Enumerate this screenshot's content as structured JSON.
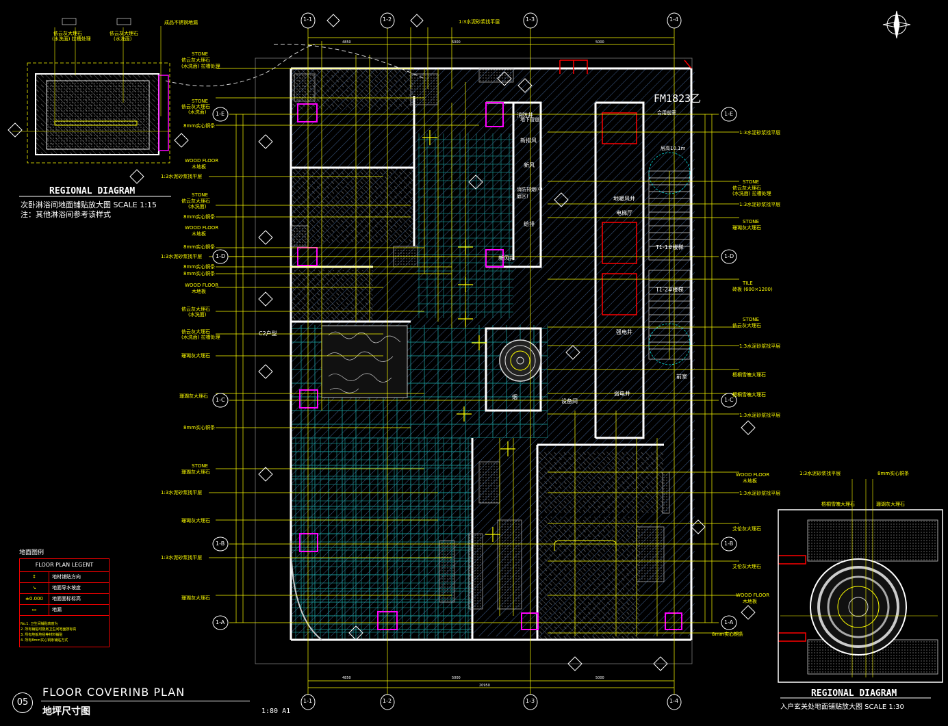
{
  "drawing": {
    "title_en": "FLOOR COVERINB PLAN",
    "title_cn": "地坪尺寸图",
    "number": "05",
    "scale": "1:80 A1"
  },
  "regional_left": {
    "title": "REGIONAL DIAGRAM",
    "subtitle": "次卧淋浴间地面铺贴放大图   SCALE 1:15",
    "note": "注：其他淋浴间参考该样式",
    "label_1": "依云灰大理石",
    "label_1b": "(水洗面) 拉槽处理",
    "label_2": "依云灰大理石",
    "label_2b": "(水洗面)",
    "label_3": "成品不锈钢地漏"
  },
  "regional_right": {
    "title": "REGIONAL DIAGRAM",
    "subtitle": "入户玄关处地面铺贴放大图   SCALE 1:30",
    "label_1": "1:3水泥砂浆找平层",
    "label_2": "8mm实心铜条",
    "label_3": "梧桐雪魄大理石",
    "label_4": "珊瑚灰大理石"
  },
  "door_tag": "FM1823乙",
  "grid_top": [
    "1-1",
    "1-2",
    "1-3",
    "1-4"
  ],
  "grid_side": [
    "1-E",
    "1-D",
    "1-C",
    "1-B",
    "1-A"
  ],
  "dims_top": [
    "4850",
    "5000",
    "5000"
  ],
  "dim_total": "20950",
  "rooms": [
    "消防井",
    "地下管道",
    "新排风",
    "新风",
    "消防排烟(中庭区)",
    "给排",
    "新风井",
    "地暖风井",
    "强电井",
    "电梯厅",
    "前室",
    "T1-1#楼梯",
    "T1-2#楼梯",
    "弱电井",
    "设备间",
    "烟",
    "C2户型",
    "合用前室",
    "层高10.1m"
  ],
  "callouts_left": [
    "1:3水泥砂浆找平层",
    "STONE",
    "依云灰大理石",
    "(水洗面) 拉槽处理",
    "8mm实心铜条",
    "WOOD FLOOR",
    "木地板",
    "珊瑚灰大理石",
    "(水洗面)"
  ],
  "callouts_right": [
    "1:3水泥砂浆找平层",
    "STONE",
    "依云灰大理石",
    "(水洗面) 拉槽处理",
    "珊瑚灰大理石",
    "TILE",
    "砖板 (600×1200)",
    "梧桐雪魄大理石",
    "艾伦灰大理石",
    "WOOD FLOOR",
    "木地板",
    "8mm实心铜条"
  ],
  "legend": {
    "heading": "地面图例",
    "title": "FLOOR PLAN LEGENT",
    "rows": [
      {
        "sym": "↕",
        "label": "地材铺贴方向"
      },
      {
        "sym": "↘",
        "label": "地面导水坡度"
      },
      {
        "sym": "±0.000",
        "label": "地面面标标高"
      },
      {
        "sym": "▭",
        "label": "地漏"
      }
    ],
    "notes": [
      "No.1. 卫生间铺贴高度为",
      "2. 所有铺贴时厨房卫生间地面按标高",
      "3. 所有地板地毯等材料铺贴",
      "4. 所有8mm实心铜条铺贴方式"
    ]
  },
  "colors": {
    "background": "#000000",
    "lines": "#ffff00",
    "walls": "#ffffff",
    "grid": "#00cccc",
    "hatch": "#4a6fa5",
    "accent_red": "#ff0000",
    "accent_magenta": "#ff00ff",
    "dim": "#00ff00"
  }
}
